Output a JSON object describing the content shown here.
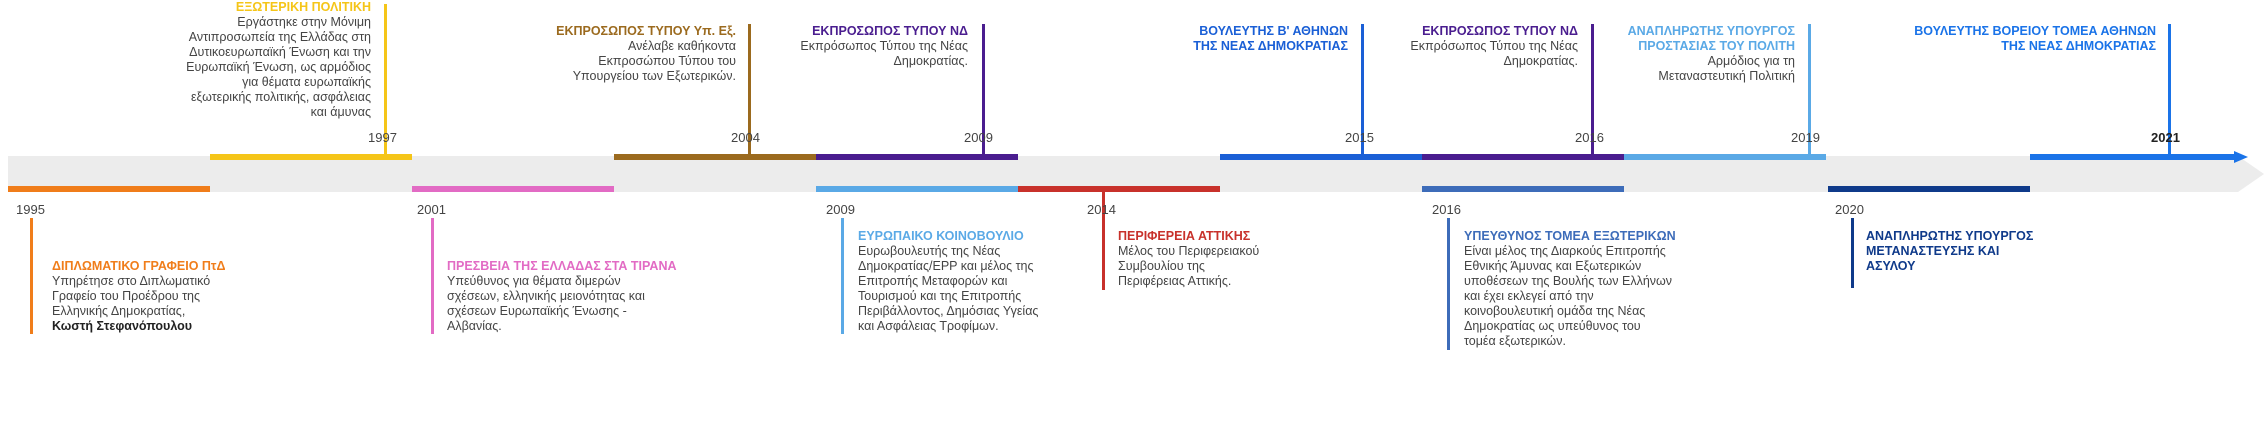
{
  "timeline": {
    "end_year": "2021",
    "top_events": [
      {
        "year": "1997",
        "title": "ΕΞΩΤΕΡΙΚΗ ΠΟΛΙΤΙΚΗ",
        "color": "#f5c518",
        "lines": [
          "Εργάστηκε στην Μόνιμη",
          "Αντιπροσωπεία της Ελλάδας στη",
          "Δυτικοευρωπαϊκή Ένωση και την",
          "Ευρωπαϊκή Ένωση, ως αρμόδιος",
          "για θέματα ευρωπαϊκής",
          "εξωτερικής πολιτικής, ασφάλειας",
          "και άμυνας"
        ]
      },
      {
        "year": "2004",
        "title": "ΕΚΠΡΟΣΩΠΟΣ ΤΥΠΟΥ Υπ. Εξ.",
        "color": "#9b6a1e",
        "lines": [
          "Ανέλαβε καθήκοντα",
          "Εκπροσώπου Τύπου του",
          "Υπουργείου των Εξωτερικών."
        ]
      },
      {
        "year": "2009",
        "title": "ΕΚΠΡΟΣΩΠΟΣ ΤΥΠΟΥ ΝΔ",
        "color": "#4a1d8f",
        "lines": [
          "Εκπρόσωπος Τύπου της Νέας",
          "Δημοκρατίας."
        ]
      },
      {
        "year": "2015",
        "title": "ΒΟΥΛΕΥΤΗΣ Β' ΑΘΗΝΩΝ ΤΗΣ ΝΕΑΣ ΔΗΜΟΚΡΑΤΙΑΣ",
        "color": "#1a5fd6",
        "title_lines": [
          "ΒΟΥΛΕΥΤΗΣ Β' ΑΘΗΝΩΝ",
          "ΤΗΣ ΝΕΑΣ ΔΗΜΟΚΡΑΤΙΑΣ"
        ],
        "lines": []
      },
      {
        "year": "2016",
        "title": "ΕΚΠΡΟΣΩΠΟΣ ΤΥΠΟΥ ΝΔ",
        "color": "#4a1d8f",
        "lines": [
          "Εκπρόσωπος Τύπου της Νέας",
          "Δημοκρατίας."
        ]
      },
      {
        "year": "2019",
        "title": "ΑΝΑΠΛΗΡΩΤΗΣ ΥΠΟΥΡΓΟΣ ΠΡΟΣΤΑΣΙΑΣ ΤΟΥ ΠΟΛΙΤΗ",
        "color": "#5aa9e6",
        "title_lines": [
          "ΑΝΑΠΛΗΡΩΤΗΣ ΥΠΟΥΡΓΟΣ",
          "ΠΡΟΣΤΑΣΙΑΣ ΤΟΥ ΠΟΛΙΤΗ"
        ],
        "lines": [
          "Αρμόδιος για τη",
          "Μεταναστευτική Πολιτική"
        ]
      },
      {
        "year": "2021",
        "title": "ΒΟΥΛΕΥΤΗΣ ΒΟΡΕΙΟΥ ΤΟΜΕΑ ΑΘΗΝΩΝ ΤΗΣ ΝΕΑΣ ΔΗΜΟΚΡΑΤΙΑΣ",
        "color": "#1a73e8",
        "title_lines": [
          "ΒΟΥΛΕΥΤΗΣ ΒΟΡΕΙΟΥ ΤΟΜΕΑ ΑΘΗΝΩΝ",
          "ΤΗΣ ΝΕΑΣ ΔΗΜΟΚΡΑΤΙΑΣ"
        ],
        "lines": []
      }
    ],
    "bottom_events": [
      {
        "year": "1995",
        "title": "ΔΙΠΛΩΜΑΤΙΚΟ ΓΡΑΦΕΙΟ ΠτΔ",
        "color": "#f07d1a",
        "lines": [
          "Υπηρέτησε στο Διπλωματικό",
          "Γραφείο του Προέδρου της",
          "Ελληνικής Δημοκρατίας,"
        ],
        "strong": "Κωστή Στεφανόπουλου"
      },
      {
        "year": "2001",
        "title": "ΠΡΕΣΒΕΙΑ ΤΗΣ ΕΛΛΑΔΑΣ ΣΤΑ ΤΙΡΑΝΑ",
        "color": "#e26bc4",
        "lines": [
          "Υπεύθυνος για θέματα διμερών",
          "σχέσεων, ελληνικής μειονότητας και",
          "σχέσεων Ευρωπαϊκής Ένωσης -",
          "Αλβανίας."
        ]
      },
      {
        "year": "2009",
        "title": "ΕΥΡΩΠΑΙΚΟ ΚΟΙΝΟΒΟΥΛΙΟ",
        "color": "#5aa9e6",
        "lines": [
          "Ευρωβουλευτής της Νέας",
          "Δημοκρατίας/ΕΡΡ και μέλος της",
          "Επιτροπής Μεταφορών και",
          "Τουρισμού και της Επιτροπής",
          "Περιβάλλοντος, Δημόσιας Υγείας",
          "και Ασφάλειας Τροφίμων."
        ]
      },
      {
        "year": "2014",
        "title": "ΠΕΡΙΦΕΡΕΙΑ ΑΤΤΙΚΗΣ",
        "color": "#c8312b",
        "lines": [
          "Μέλος του Περιφερειακού",
          "Συμβουλίου της",
          "Περιφέρειας Αττικής."
        ]
      },
      {
        "year": "2016",
        "title": "ΥΠΕΥΘΥΝΟΣ ΤΟΜΕΑ ΕΞΩΤΕΡΙΚΩΝ",
        "color": "#3d6cb9",
        "lines": [
          "Είναι μέλος της Διαρκούς  Επιτροπής",
          "Εθνικής Άμυνας και Εξωτερικών",
          "υποθέσεων της Βουλής των Ελλήνων",
          "και έχει εκλεγεί από την",
          "κοινοβουλευτική ομάδα της Νέας",
          "Δημοκρατίας ως υπεύθυνος του",
          "τομέα εξωτερικών."
        ]
      },
      {
        "year": "2020",
        "title": "ΑΝΑΠΛΗΡΩΤΗΣ ΥΠΟΥΡΓΟΣ ΜΕΤΑΝΑΣΤΕΥΣΗΣ ΚΑΙ ΑΣΥΛΟΥ",
        "color": "#0f3a8a",
        "title_lines": [
          "ΑΝΑΠΛΗΡΩΤΗΣ ΥΠΟΥΡΓΟΣ",
          "ΜΕΤΑΝΑΣΤΕΥΣΗΣ ΚΑΙ",
          "ΑΣΥΛΟΥ"
        ],
        "lines": []
      }
    ]
  }
}
